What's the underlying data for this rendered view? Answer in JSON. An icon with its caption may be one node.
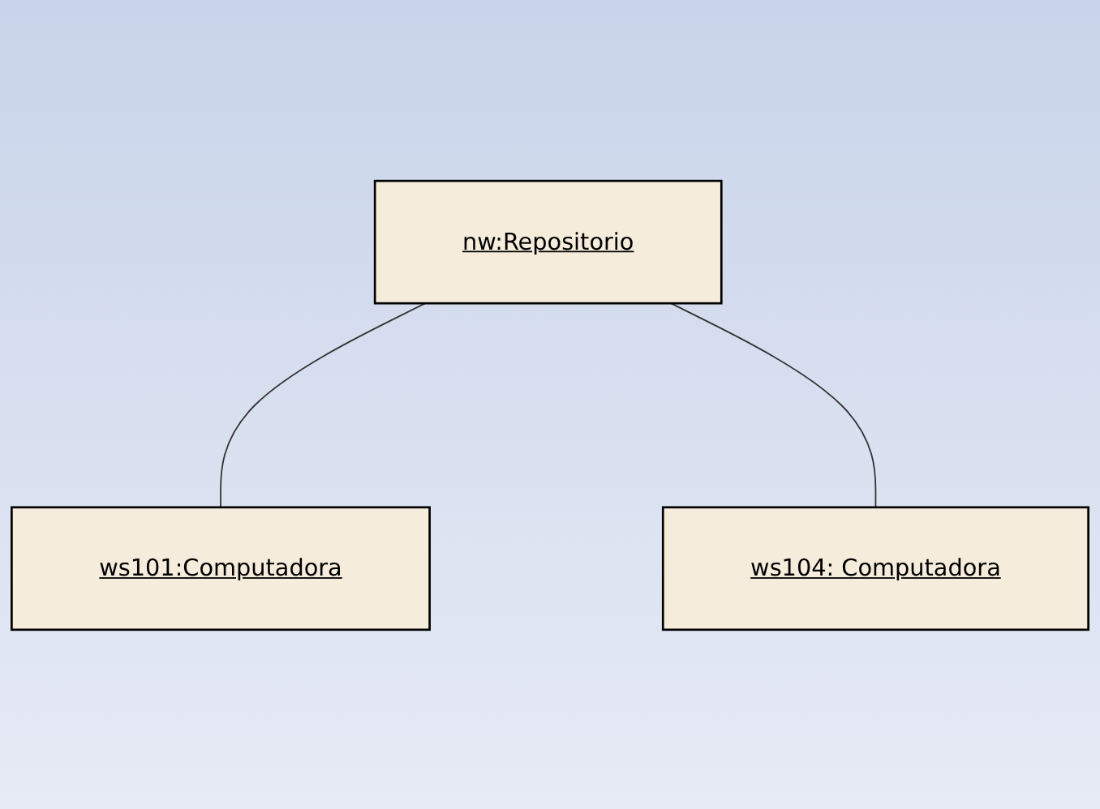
{
  "diagram": {
    "nodes": [
      {
        "text": [
          "nw:Repositorio"
        ]
      },
      {
        "text": [
          "ws101:Computadora"
        ]
      },
      {
        "text": [
          "ws104: Computadora"
        ]
      }
    ],
    "edges": [
      {
        "from": 0,
        "to": 1,
        "arrow": "none"
      },
      {
        "from": 0,
        "to": 2,
        "arrow": "none"
      }
    ]
  }
}
